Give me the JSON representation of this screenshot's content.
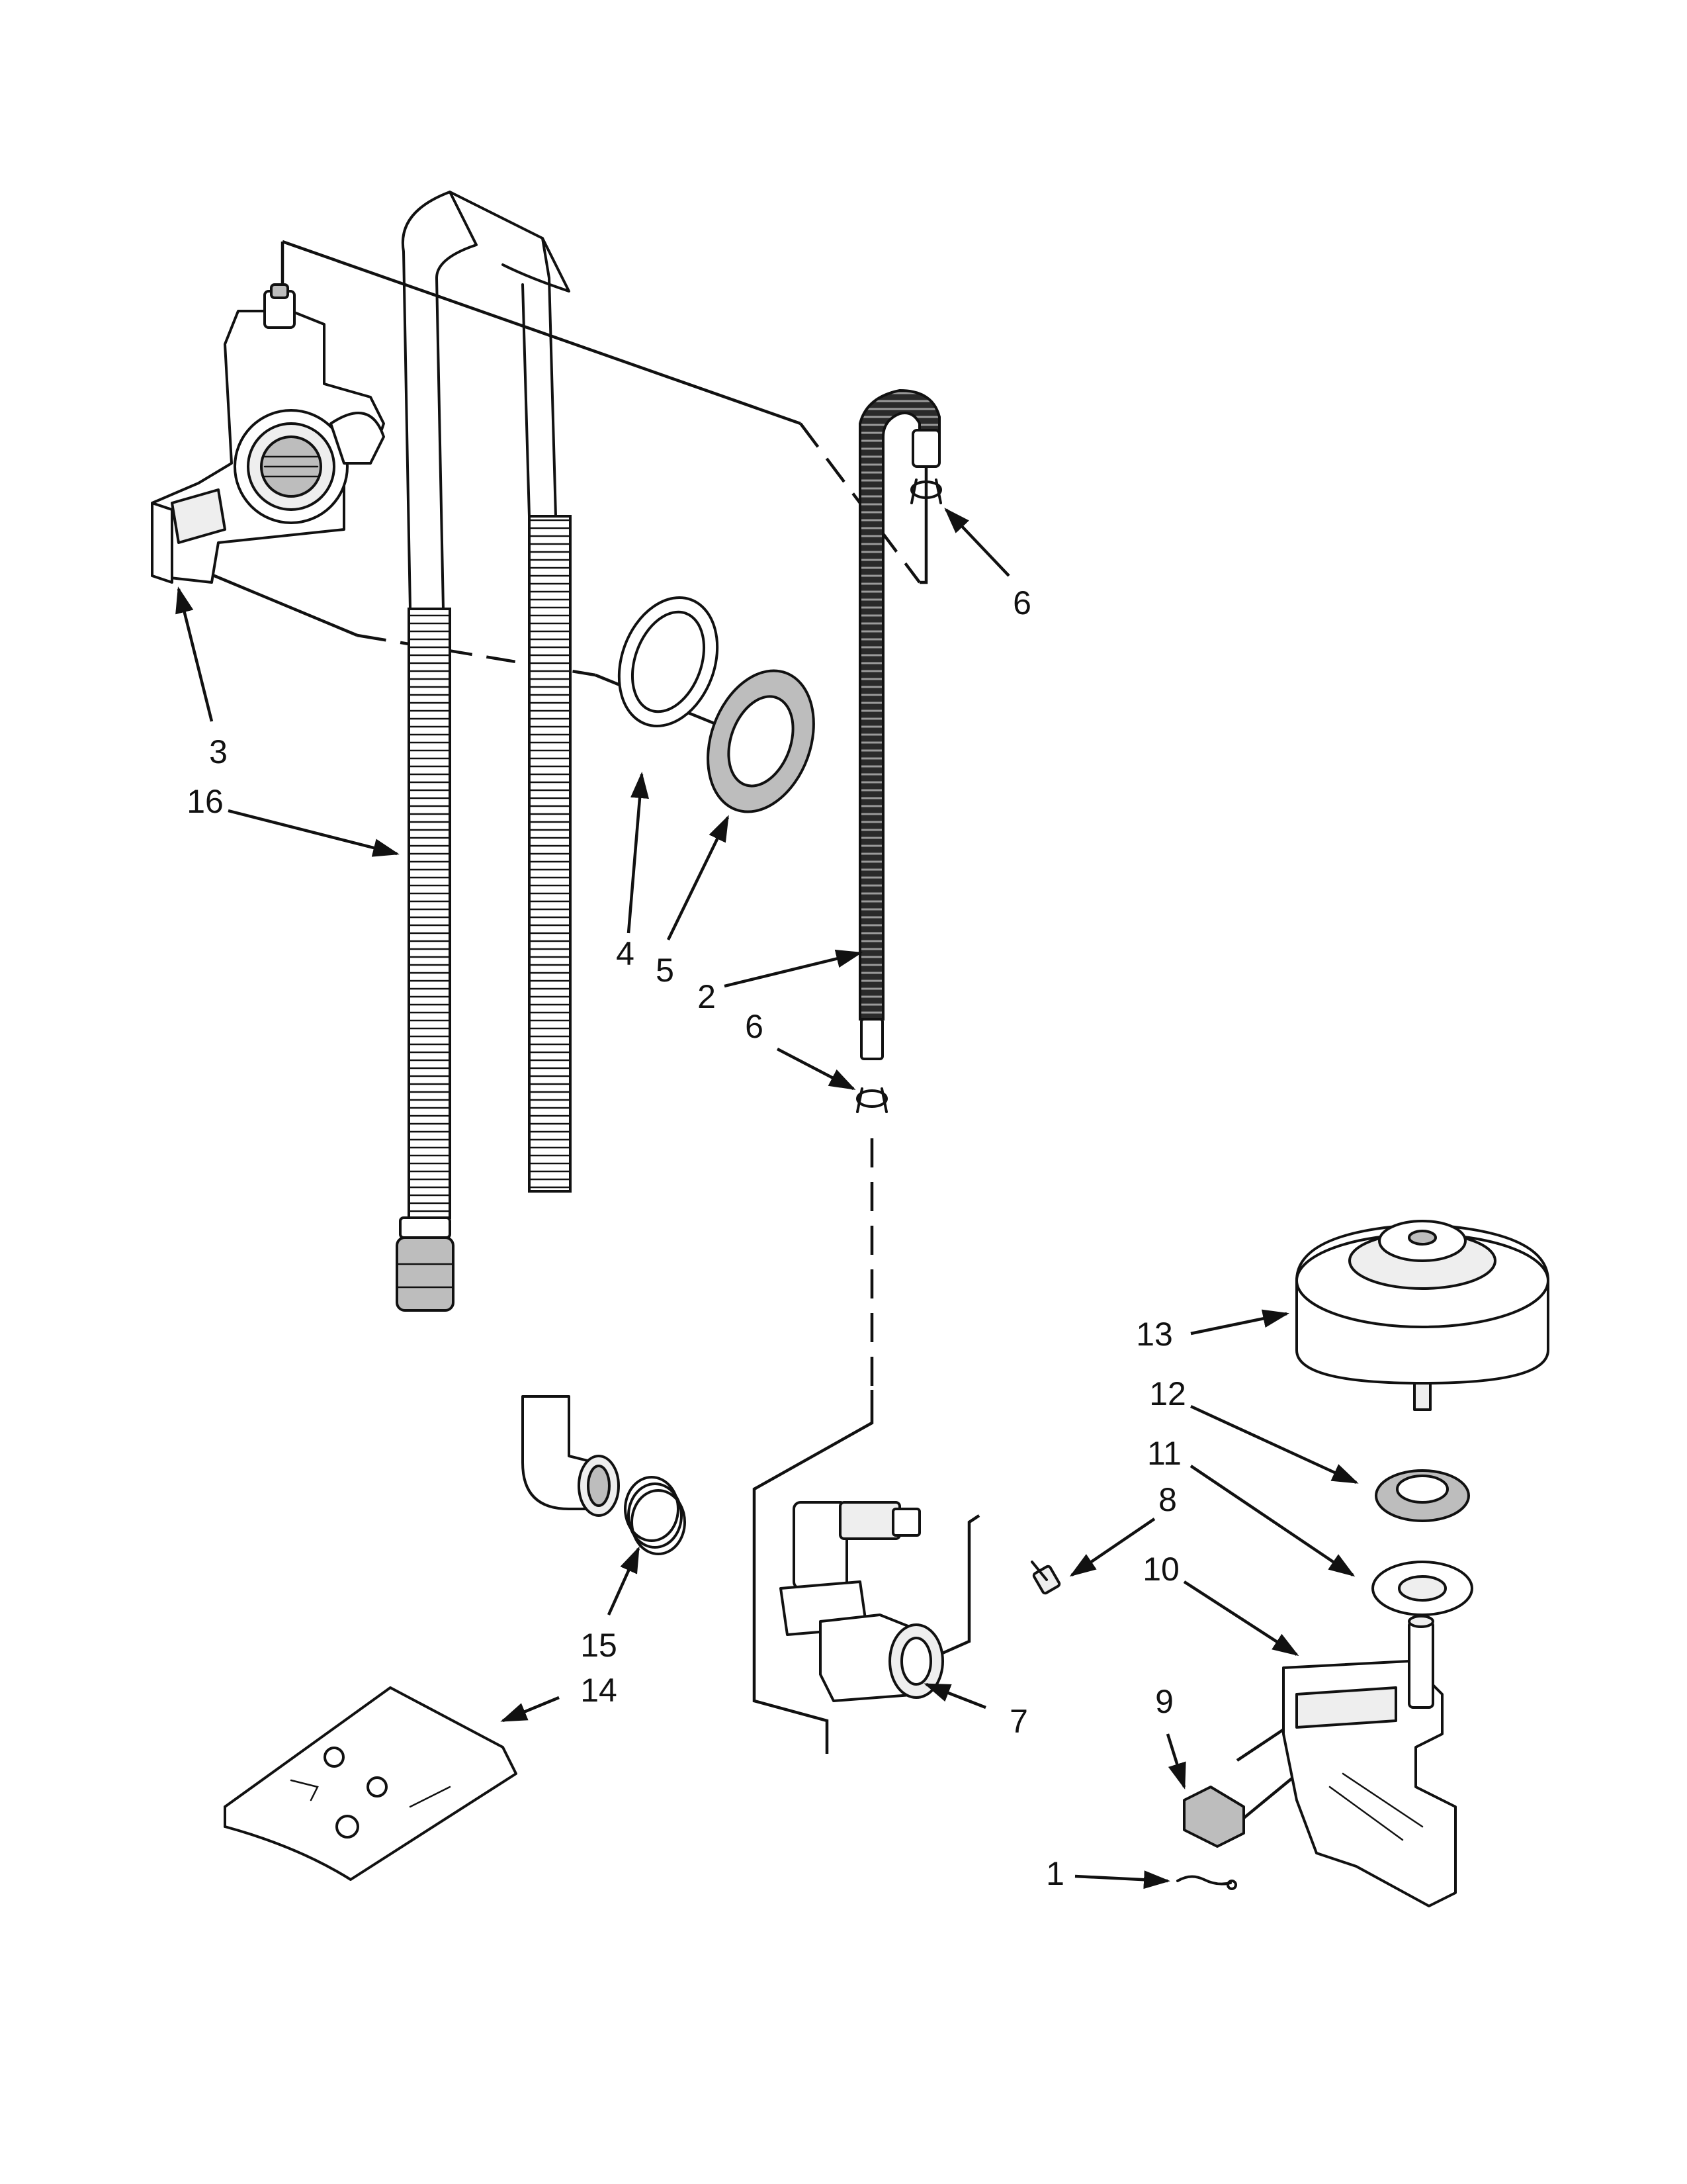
{
  "diagram": {
    "callouts": [
      {
        "id": "c3",
        "text": "3"
      },
      {
        "id": "c16",
        "text": "16"
      },
      {
        "id": "c4",
        "text": "4"
      },
      {
        "id": "c5",
        "text": "5"
      },
      {
        "id": "c6a",
        "text": "6"
      },
      {
        "id": "c2",
        "text": "2"
      },
      {
        "id": "c6b",
        "text": "6"
      },
      {
        "id": "c13",
        "text": "13"
      },
      {
        "id": "c12",
        "text": "12"
      },
      {
        "id": "c11",
        "text": "11"
      },
      {
        "id": "c8",
        "text": "8"
      },
      {
        "id": "c10",
        "text": "10"
      },
      {
        "id": "c7",
        "text": "7"
      },
      {
        "id": "c15",
        "text": "15"
      },
      {
        "id": "c14",
        "text": "14"
      },
      {
        "id": "c9",
        "text": "9"
      },
      {
        "id": "c1",
        "text": "1"
      }
    ]
  }
}
